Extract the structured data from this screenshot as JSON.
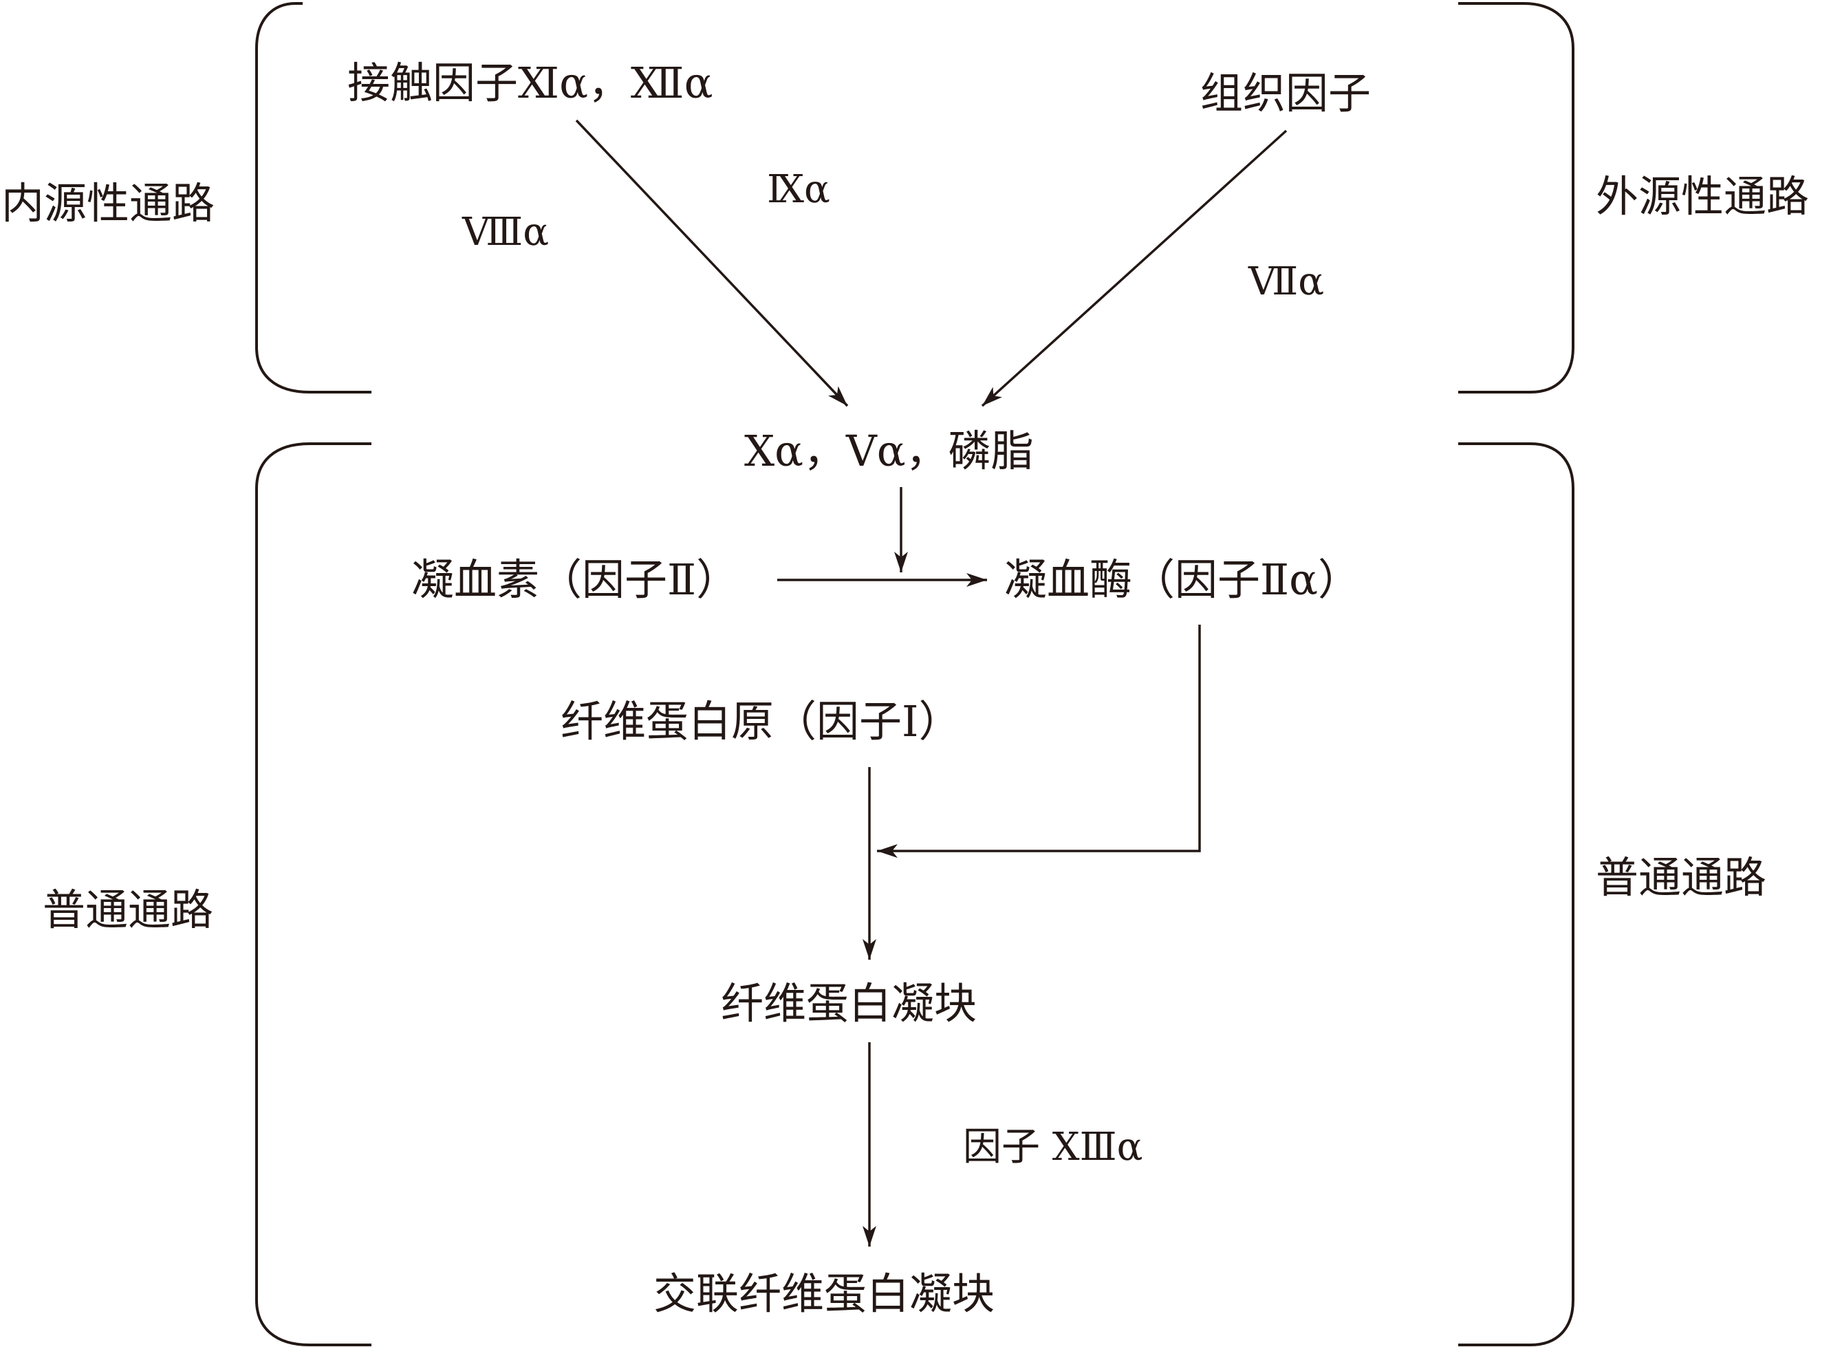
{
  "intrinsic": {
    "label": "内源性通路",
    "start": "接触因子Ⅺα，Ⅻα",
    "factor9": "Ⅸα",
    "factor8": "Ⅷα"
  },
  "extrinsic": {
    "label": "外源性通路",
    "start": "组织因子",
    "factor7": "Ⅶα"
  },
  "common": {
    "label_left": "普通通路",
    "label_right": "普通通路",
    "activator": "Xα，Vα，磷脂",
    "prothrombin": "凝血素（因子Ⅱ）",
    "thrombin": "凝血酶（因子Ⅱα）",
    "fibrinogen": "纤维蛋白原（因子Ⅰ）",
    "fibrin_clot": "纤维蛋白凝块",
    "factor13": "因子 ⅩⅢα",
    "crosslinked_clot": "交联纤维蛋白凝块"
  },
  "colors": {
    "ink": "#231815",
    "background": "#ffffff"
  }
}
